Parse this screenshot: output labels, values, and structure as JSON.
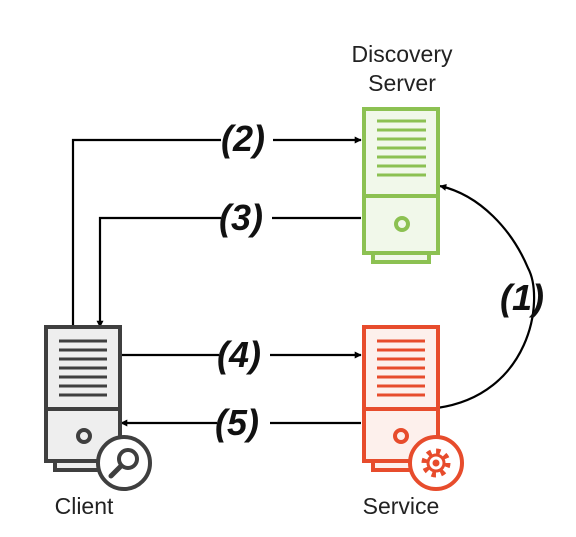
{
  "nodes": {
    "discovery": {
      "line1": "Discovery",
      "line2": "Server",
      "color": "#8cc152",
      "fill": "#f1f8ea"
    },
    "client": {
      "label": "Client",
      "color": "#3f3f3f",
      "fill": "#eeeeee",
      "badge_icon": "magnifier-icon"
    },
    "service": {
      "label": "Service",
      "color": "#e74c2c",
      "fill": "#fdf0ec",
      "badge_icon": "gear-icon"
    }
  },
  "steps": [
    "(1)",
    "(2)",
    "(3)",
    "(4)",
    "(5)"
  ],
  "arrow_color": "#000000"
}
